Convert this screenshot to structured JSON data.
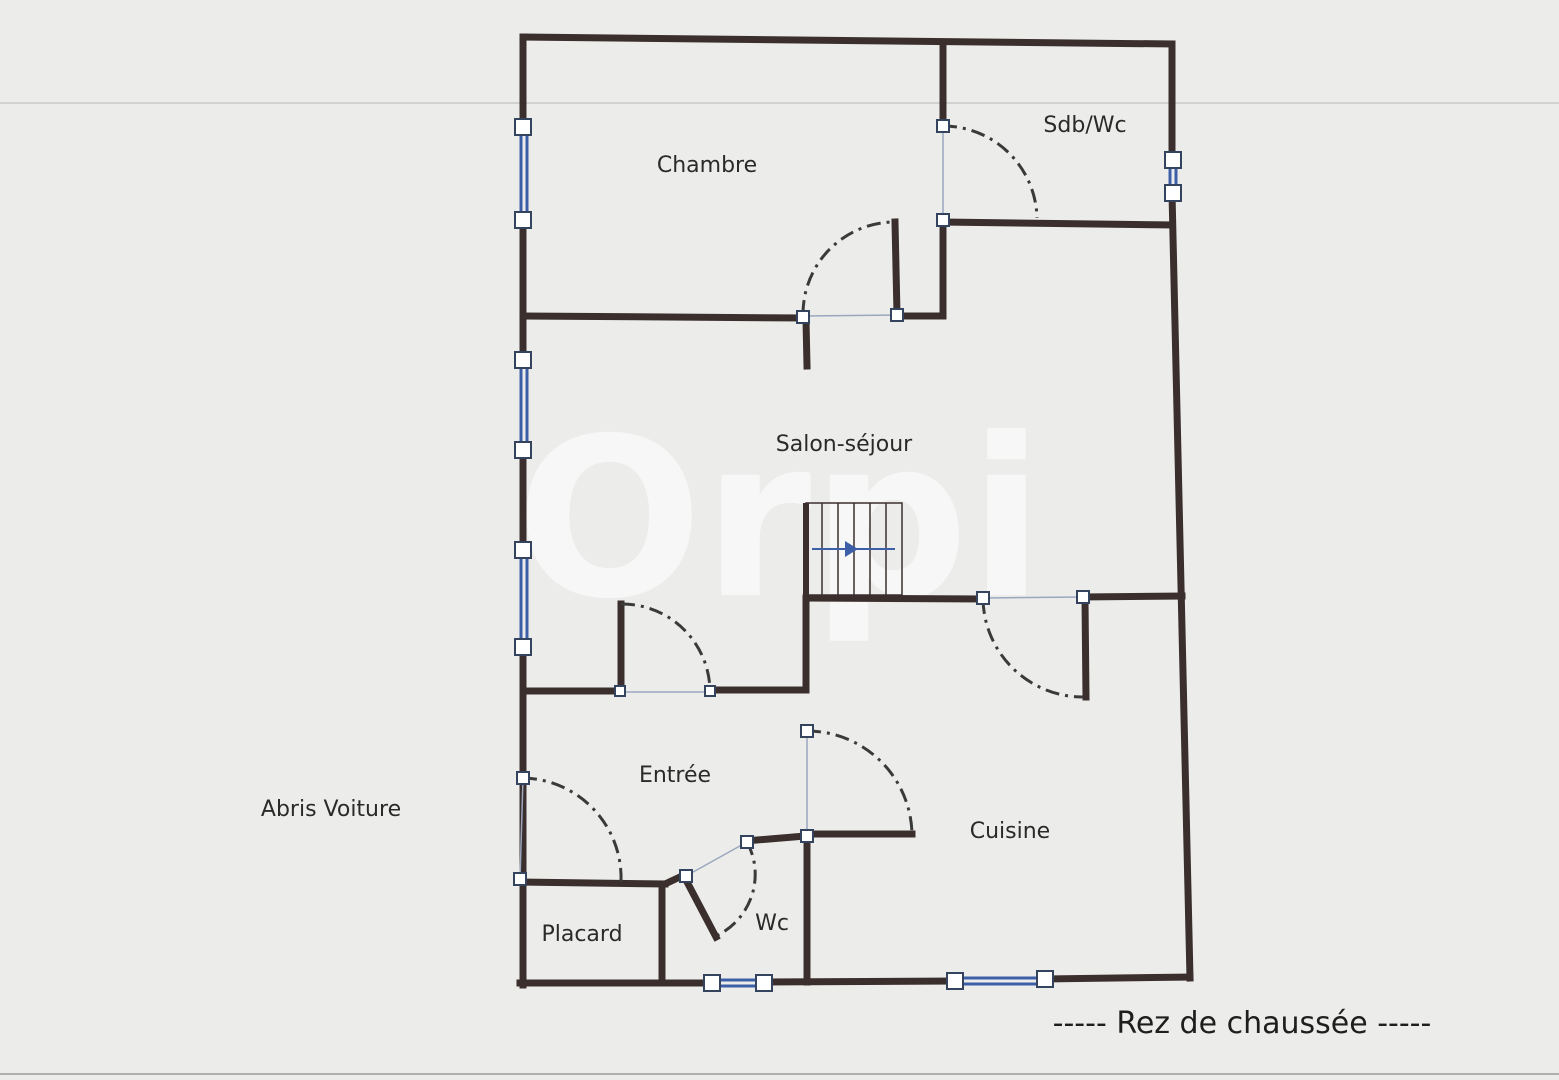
{
  "plan": {
    "rooms": {
      "chambre": "Chambre",
      "sdb_wc": "Sdb/Wc",
      "salon": "Salon-séjour",
      "entree": "Entrée",
      "cuisine": "Cuisine",
      "placard": "Placard",
      "wc": "Wc",
      "abris": "Abris Voiture"
    },
    "floor_label": "----- Rez de chaussée -----",
    "watermark": "Orpi",
    "colors": {
      "wall": "#3b2f2e",
      "window": "#3c5fa8",
      "door_line": "#9aa7bf",
      "swing": "#3a3a3a",
      "background": "#ecedea"
    }
  }
}
